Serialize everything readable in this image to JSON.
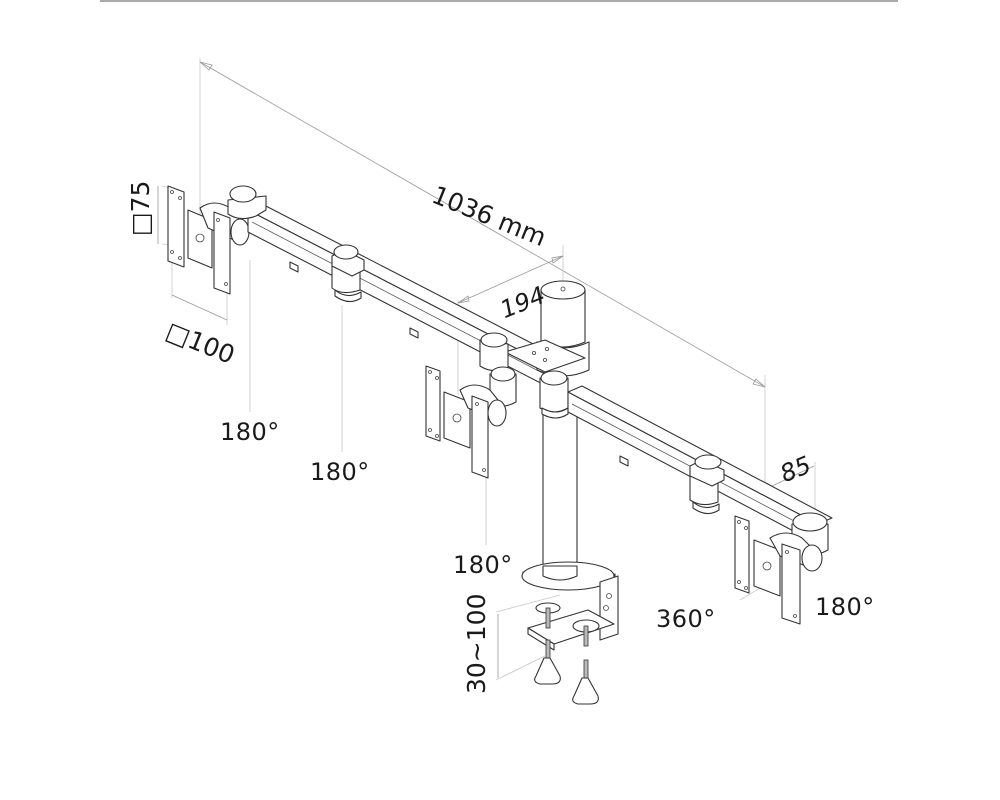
{
  "diagram": {
    "subject": "Triple monitor desk mount with desk clamp",
    "dimensions": {
      "total_width": "1036 mm",
      "arm_offset": "194",
      "end_offset": "85",
      "vesa_small": "□75",
      "vesa_large": "□100",
      "clamp_range": "30~100"
    },
    "rotation_labels": {
      "left_head": "180°",
      "left_arm_joint": "180°",
      "center_head": "180°",
      "right_arm_joint": "360°",
      "right_head": "180°"
    },
    "colors": {
      "line": "#333333",
      "dimension_line": "#9a9a9a",
      "top_rule": "#aaaaaa",
      "text": "#1a1a1a",
      "background": "#ffffff"
    }
  }
}
